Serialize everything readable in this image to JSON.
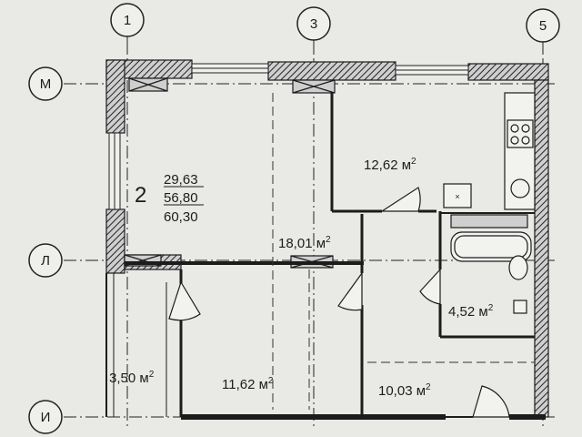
{
  "apartment": {
    "rooms": "2",
    "living_area": "29,63",
    "total_area": "56,80",
    "total_area_with_balcony": "60,30"
  },
  "axes": {
    "col_1": "1",
    "col_3": "3",
    "col_5": "5",
    "row_m": "М",
    "row_l": "Л",
    "row_i": "И"
  },
  "rooms": {
    "kitchen": {
      "area": "12,62 м",
      "sup": "2"
    },
    "living": {
      "area": "18,01 м",
      "sup": "2"
    },
    "bathroom": {
      "area": "4,52 м",
      "sup": "2"
    },
    "balcony": {
      "area": "3,50 м",
      "sup": "2"
    },
    "bedroom": {
      "area": "11,62 м",
      "sup": "2"
    },
    "hall": {
      "area": "10,03 м",
      "sup": "2"
    }
  },
  "colors": {
    "paper": "#e9e9e6",
    "ink": "#1c1c1c",
    "wall_fill": "#8a8a8a"
  }
}
